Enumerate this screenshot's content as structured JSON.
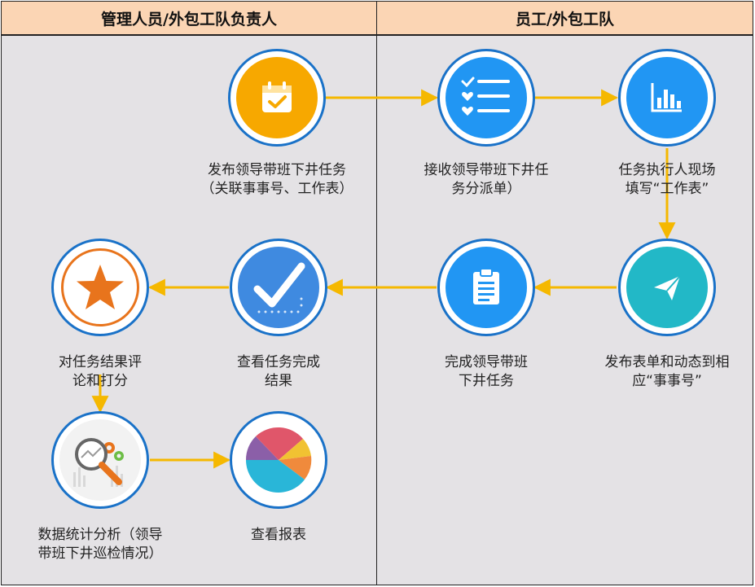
{
  "lanes": {
    "left": "管理人员/外包工队负责人",
    "right": "员工/外包工队"
  },
  "nodes": {
    "publish": {
      "label": "发布领导带班下井任务\n（关联事事号、工作表）",
      "icon": "calendar-check-icon"
    },
    "receive": {
      "label": "接收领导带班下井任\n务分派单）",
      "icon": "checklist-icon"
    },
    "fill": {
      "label": "任务执行人现场\n填写“工作表”",
      "icon": "bar-chart-icon"
    },
    "post": {
      "label": "发布表单和动态到相\n应“事事号”",
      "icon": "paper-plane-icon"
    },
    "complete": {
      "label": "完成领导带班\n下井任务",
      "icon": "clipboard-icon"
    },
    "view_result": {
      "label": "查看任务完成\n结果",
      "icon": "checkmark-icon"
    },
    "evaluate": {
      "label": "对任务结果评\n论和打分",
      "icon": "star-icon"
    },
    "analyze": {
      "label": "数据统计分析（领导\n带班下井巡检情况）",
      "icon": "magnifier-analytics-icon"
    },
    "report": {
      "label": "查看报表",
      "icon": "pie-chart-icon"
    }
  },
  "colors": {
    "header_bg": "#fbd5b4",
    "lane_bg": "#e4e2e5",
    "node_border": "#1a72c8",
    "arrow": "#f5b800",
    "orange": "#f7a800",
    "blue": "#2196f3",
    "teal": "#22b8c7",
    "star": "#e8741c"
  }
}
